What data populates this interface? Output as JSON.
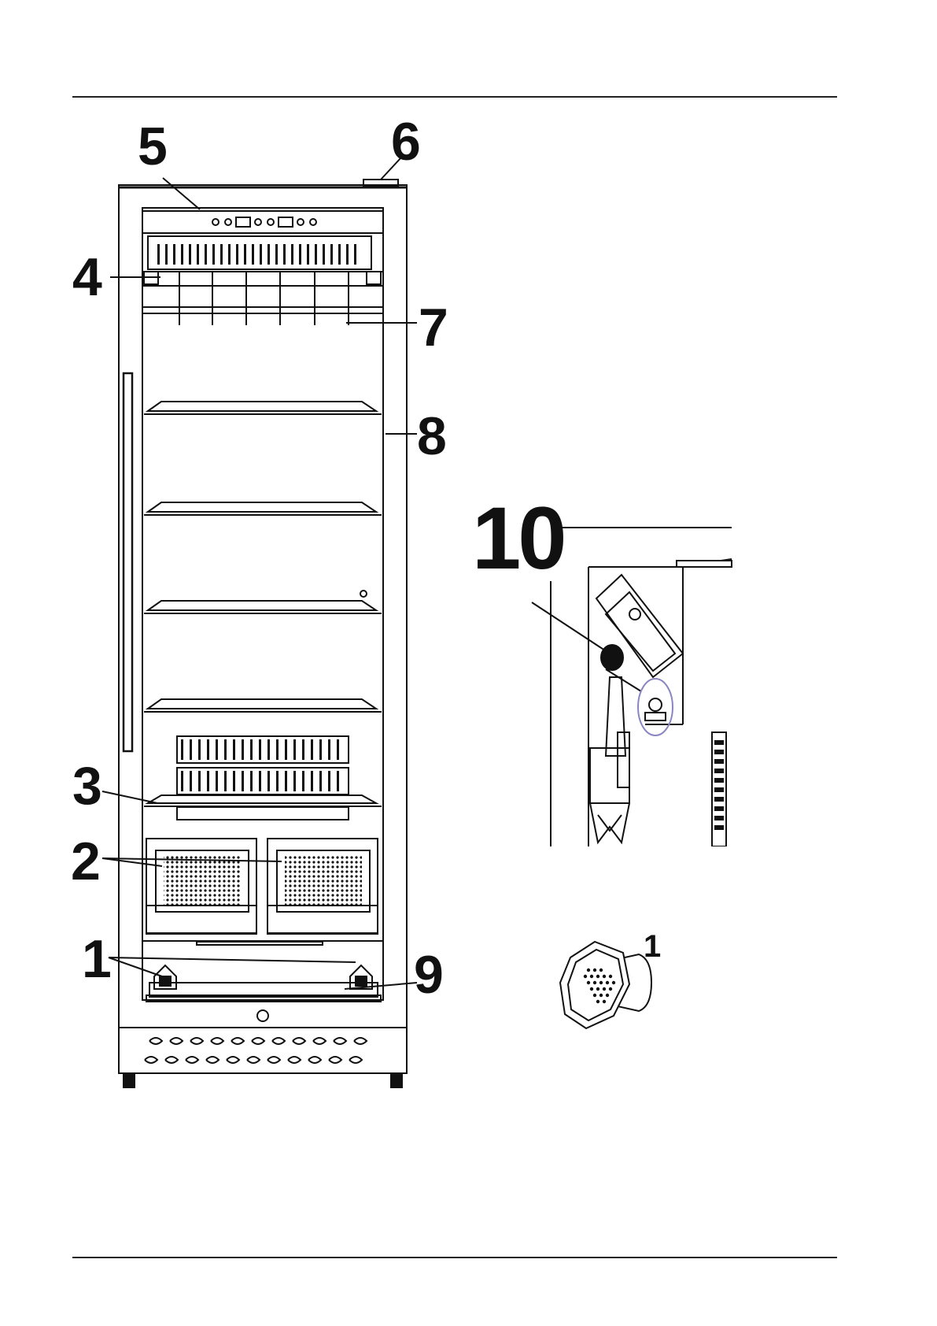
{
  "page": {
    "background": "#ffffff",
    "ink": "#111111"
  },
  "callouts": {
    "c1": "1",
    "c2": "2",
    "c3": "3",
    "c4": "4",
    "c5": "5",
    "c6": "6",
    "c7": "7",
    "c8": "8",
    "c9": "9",
    "c10": "10",
    "c1_detail": "1"
  }
}
